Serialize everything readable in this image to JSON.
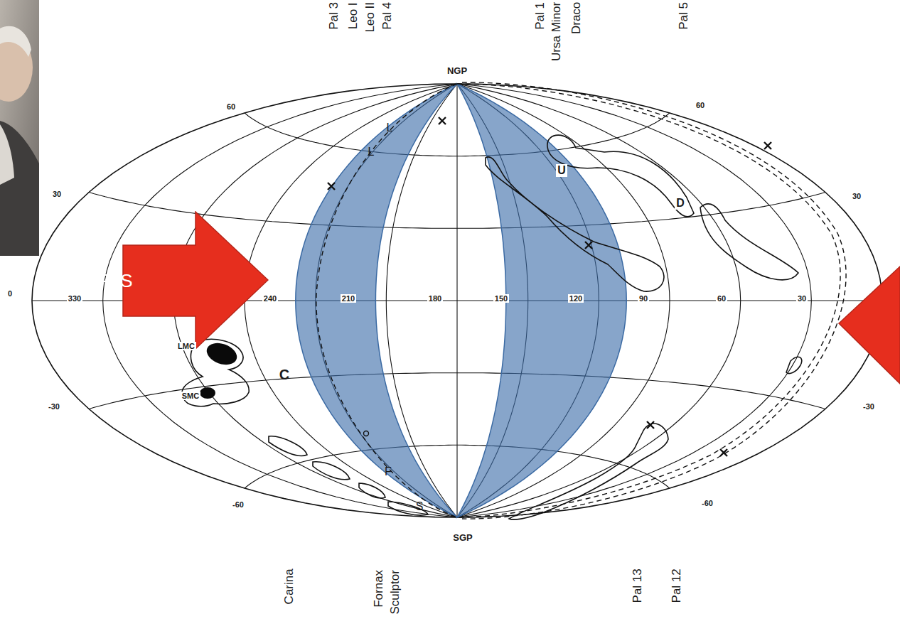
{
  "diagram": {
    "nodes": [
      {
        "text": [
          "FLS"
        ]
      }
    ],
    "labels": [
      "Pal 3",
      "Leo I",
      "Leo II",
      "Pal 4",
      "Pal 1",
      "Ursa Minor",
      "Draco",
      "Pal 5",
      "NGP",
      "60",
      "60",
      "30",
      "30",
      "0",
      "330",
      "240",
      "210",
      "180",
      "150",
      "120",
      "90",
      "60",
      "30",
      "-30",
      "-30",
      "-60",
      "-60",
      "L",
      "L",
      "U",
      "D",
      "C",
      "LMC",
      "SMC",
      "F",
      "S",
      "SGP",
      "Carina",
      "Fornax",
      "Sculptor",
      "Pal 13",
      "Pal 12"
    ]
  }
}
